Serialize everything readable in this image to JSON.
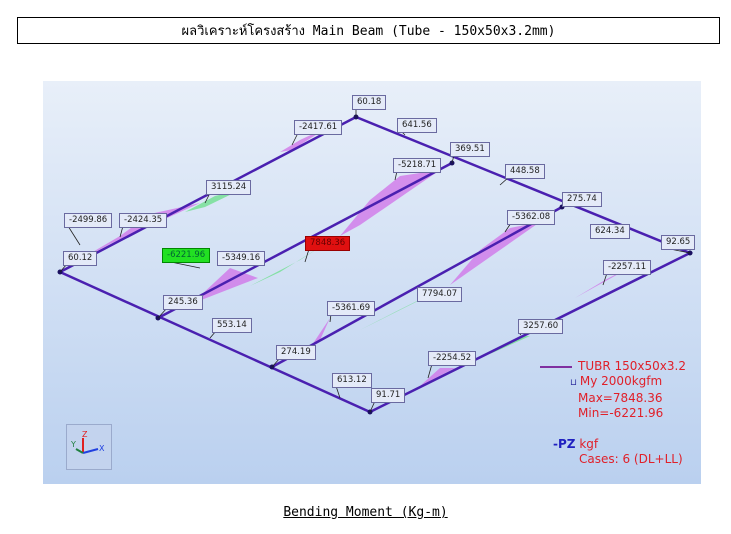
{
  "title": "ผลวิเคราะห์โครงสร้าง Main Beam (Tube - 150x50x3.2mm)",
  "caption": "Bending Moment (Kg-m)",
  "colors": {
    "frame": "#4a20b0",
    "positive": "#d070e8",
    "negative": "#70e090",
    "max_label": "#e01010",
    "min_label": "#22e022",
    "legend_text": "#e0202a",
    "background_top": "#e8eff9",
    "background_bottom": "#bad0ef"
  },
  "labels": [
    {
      "value": "60.18"
    },
    {
      "value": "-2417.61"
    },
    {
      "value": "641.56"
    },
    {
      "value": "369.51"
    },
    {
      "value": "-5218.71"
    },
    {
      "value": "448.58"
    },
    {
      "value": "3115.24"
    },
    {
      "value": "275.74"
    },
    {
      "value": "-5362.08"
    },
    {
      "value": "624.34"
    },
    {
      "value": "92.65"
    },
    {
      "value": "-2499.86"
    },
    {
      "value": "-2424.35"
    },
    {
      "value": "60.12"
    },
    {
      "value": "-6221.96",
      "type": "min"
    },
    {
      "value": "-5349.16"
    },
    {
      "value": "7848.36",
      "type": "max"
    },
    {
      "value": "-2257.11"
    },
    {
      "value": "245.36"
    },
    {
      "value": "7794.07"
    },
    {
      "value": "-5361.69"
    },
    {
      "value": "553.14"
    },
    {
      "value": "3257.60"
    },
    {
      "value": "274.19"
    },
    {
      "value": "-2254.52"
    },
    {
      "value": "613.12"
    },
    {
      "value": "91.71"
    }
  ],
  "legend": {
    "section": "TUBR 150x50x3.2",
    "scale": "My  2000kgfm",
    "max": "Max=7848.36",
    "min": "Min=-6221.96",
    "direction": "-PZ",
    "unit": "kgf",
    "cases": "Cases: 6 (DL+LL)"
  },
  "axis_triad": {
    "x": "X",
    "y": "Y",
    "z": "Z",
    "icon": "axis-triad-icon"
  }
}
